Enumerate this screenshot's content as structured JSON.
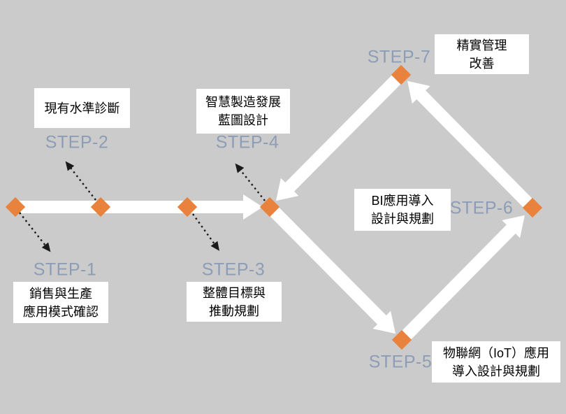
{
  "diagram": {
    "type": "process-flow",
    "colors": {
      "background": "#CBCBCB",
      "node_orange": "#E8823C",
      "step_label_blue_gray": "#8C9DB5",
      "note_background": "#FFFFFF",
      "note_text": "#000000",
      "flow_arrow": "#FFFFFF",
      "callout_arrow": "#1A1A1A"
    },
    "steps": [
      {
        "label": "STEP-1",
        "note": "銷售與生產\n應用模式確認"
      },
      {
        "label": "STEP-2",
        "note": "現有水準診斷"
      },
      {
        "label": "STEP-3",
        "note": "整體目標與\n推動規劃"
      },
      {
        "label": "STEP-4",
        "note": "智慧製造發展\n藍圖設計"
      },
      {
        "label": "STEP-5",
        "note": "物聯網（IoT）應用\n導入設計與規劃"
      },
      {
        "label": "STEP-6",
        "note": "BI應用導入\n設計與規劃"
      },
      {
        "label": "STEP-7",
        "note": "精實管理\n改善"
      }
    ],
    "connections": [
      "STEP-1 → STEP-2 → STEP-3 → STEP-4 (horizontal timeline arrow)",
      "STEP-4 → STEP-5",
      "STEP-5 → STEP-6",
      "STEP-6 → STEP-7",
      "STEP-7 → STEP-4"
    ]
  }
}
